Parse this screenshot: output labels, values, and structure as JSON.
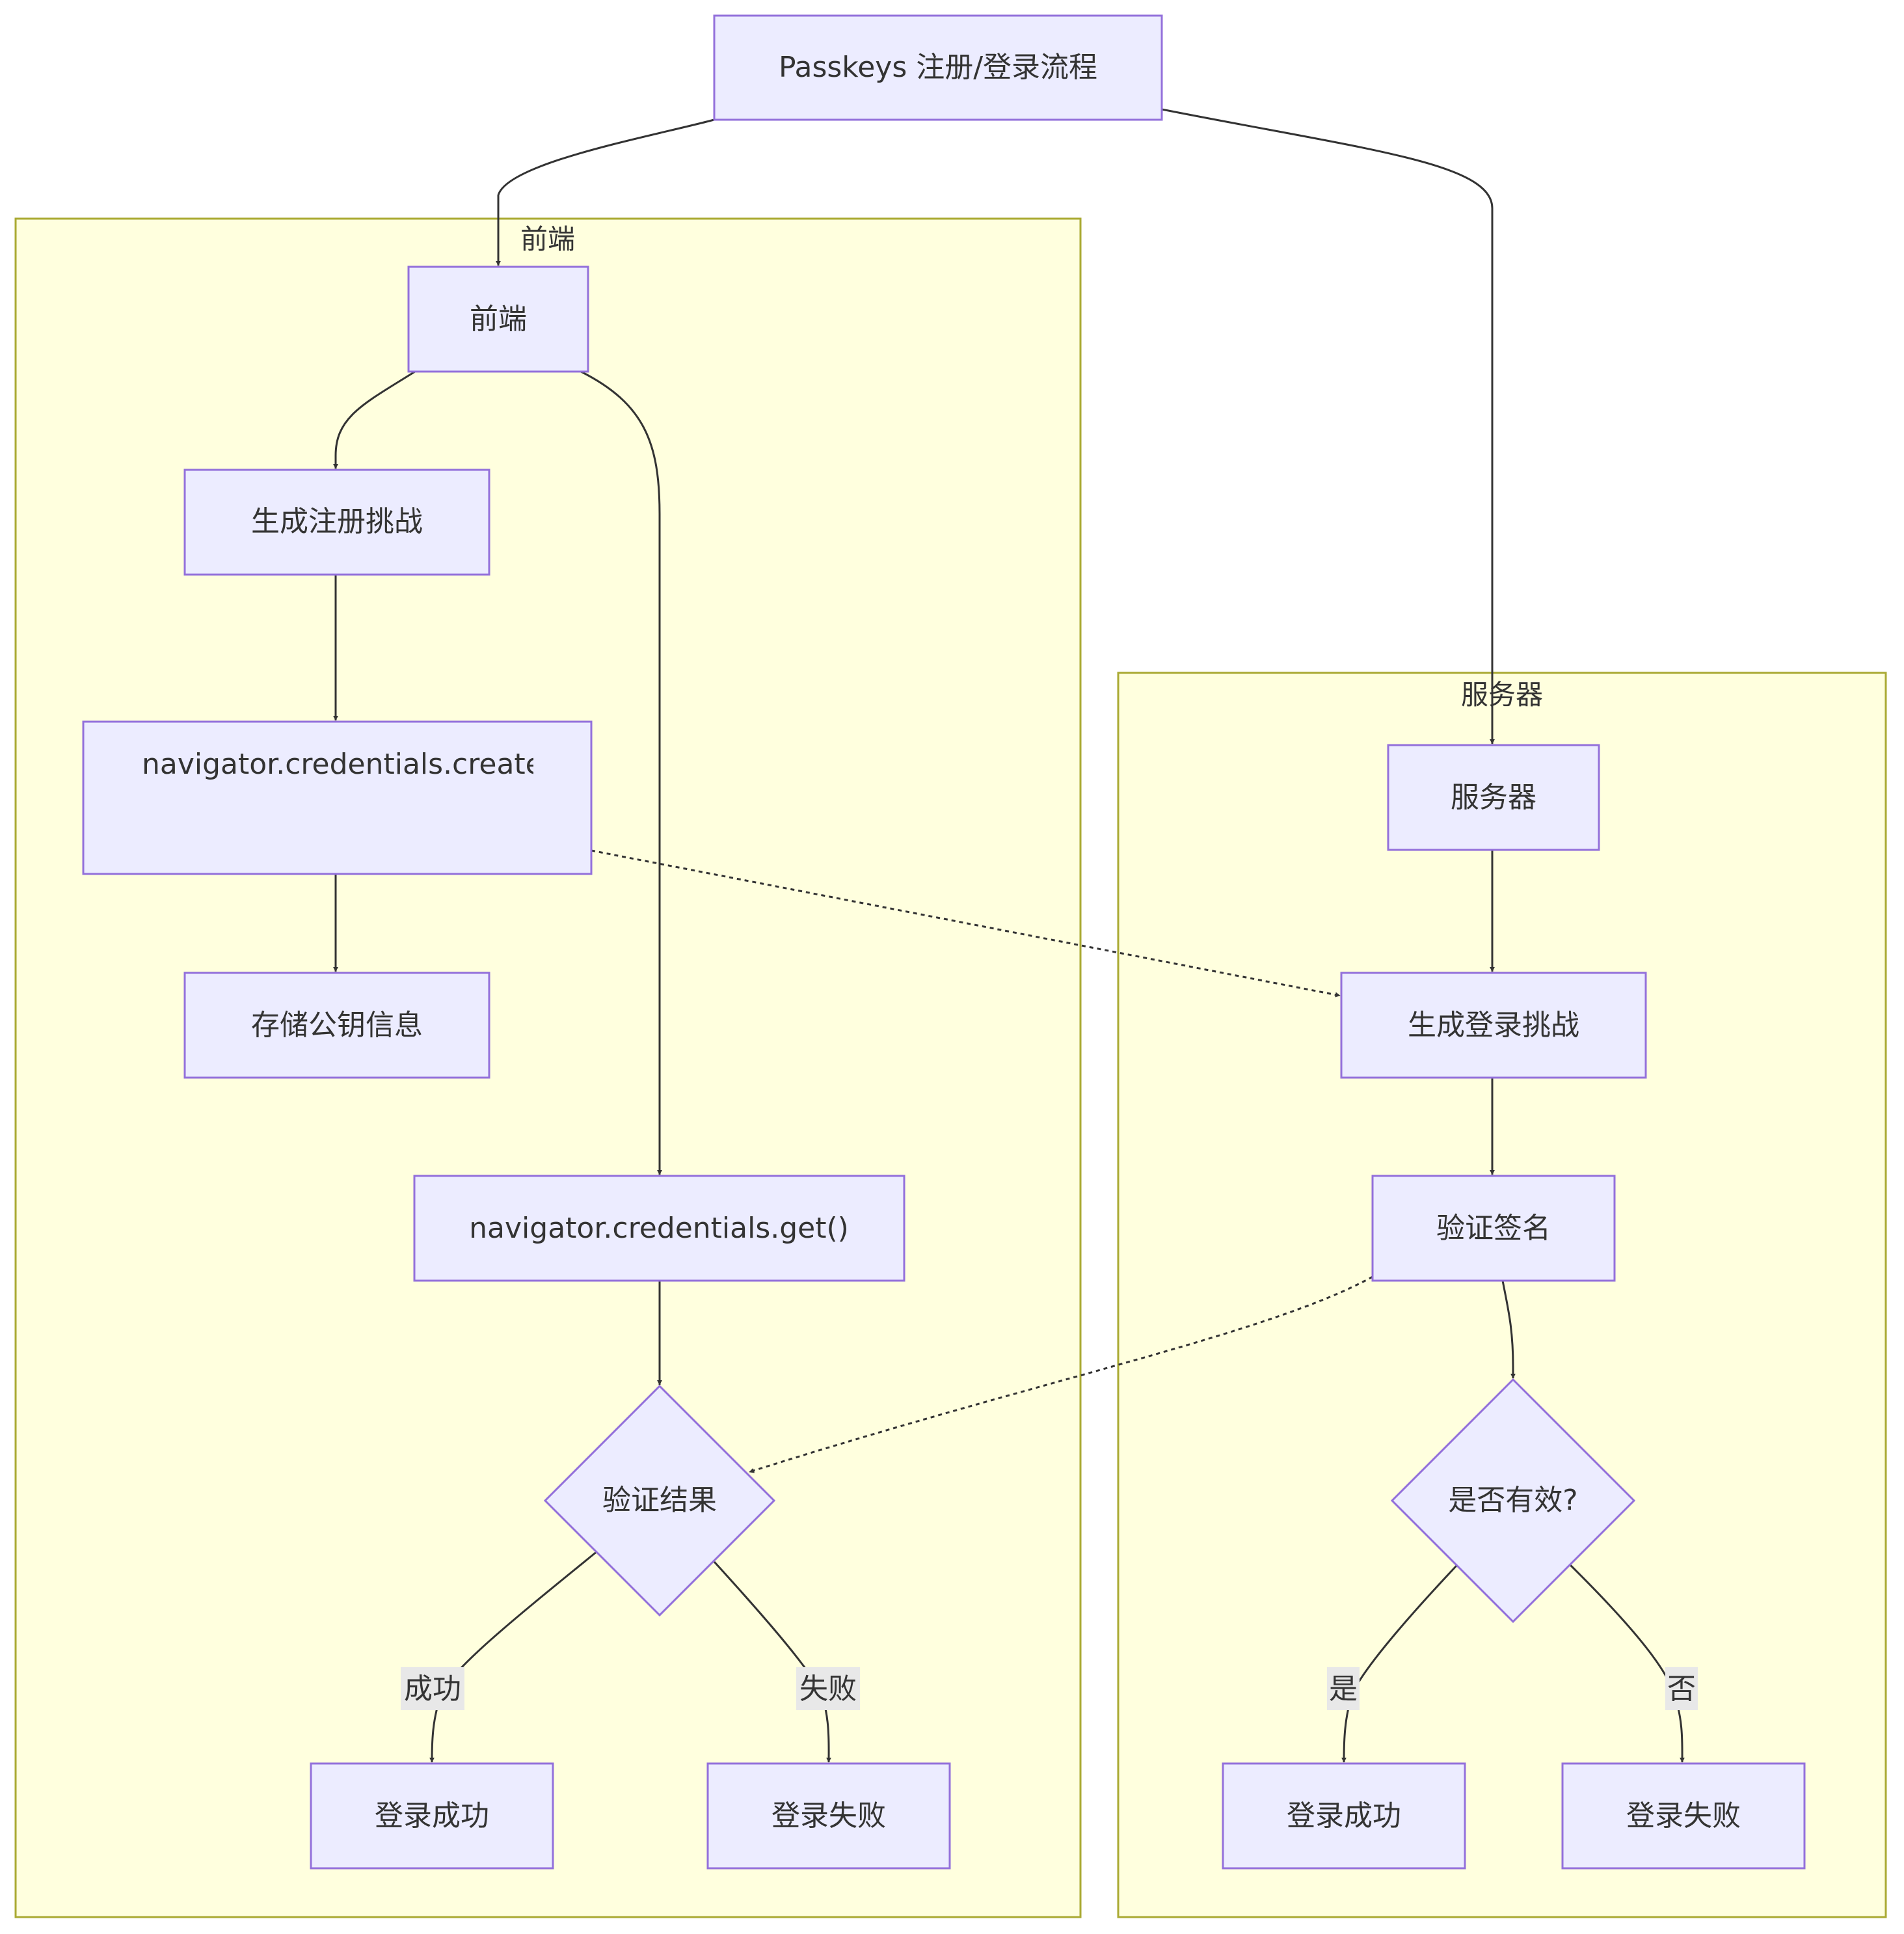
{
  "title": "Passkeys 注册/登录流程",
  "clusters": {
    "frontend": "前端",
    "server": "服务器"
  },
  "nodes": {
    "frontend": "前端",
    "gen_register_challenge": "生成注册挑战",
    "credentials_create": "navigator.credentials.create",
    "store_public_key": "存储公钥信息",
    "credentials_get": "navigator.credentials.get()",
    "verify_result": "验证结果",
    "fe_login_success": "登录成功",
    "fe_login_fail": "登录失败",
    "server": "服务器",
    "gen_login_challenge": "生成登录挑战",
    "verify_signature": "验证签名",
    "is_valid": "是否有效?",
    "sv_login_success": "登录成功",
    "sv_login_fail": "登录失败"
  },
  "edge_labels": {
    "success": "成功",
    "fail": "失败",
    "yes": "是",
    "no": "否"
  },
  "colors": {
    "node_fill": "#ececff",
    "node_stroke": "#9370db",
    "cluster_fill": "#ffffde",
    "cluster_stroke": "#aaaa33",
    "edge": "#333333",
    "label_bg": "#e8e8e8"
  }
}
